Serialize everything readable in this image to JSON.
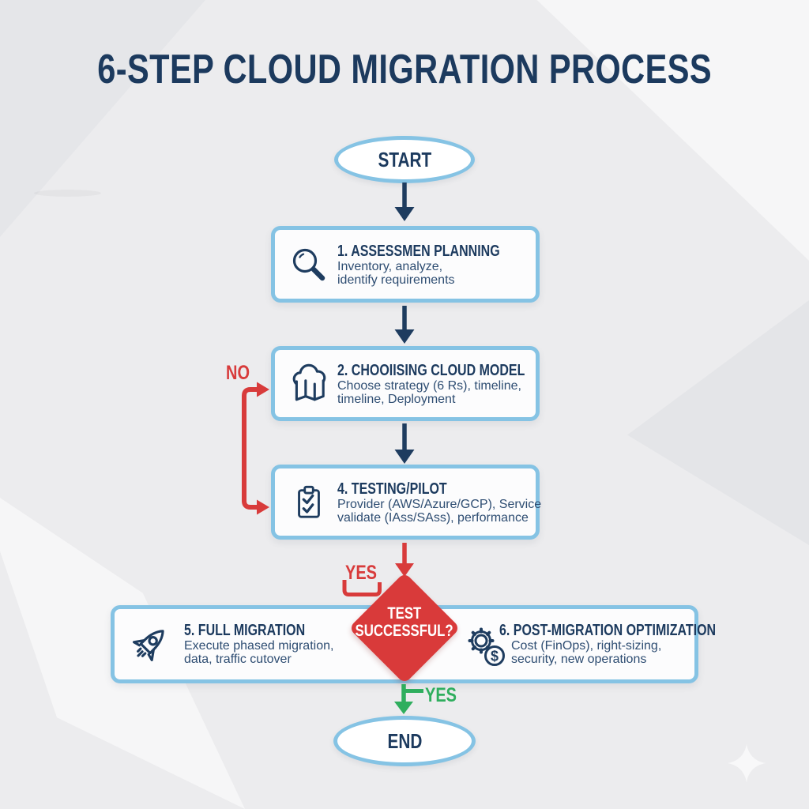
{
  "title": "6-STEP CLOUD MIGRATION PROCESS",
  "terminals": {
    "start": "START",
    "end": "END"
  },
  "steps": [
    {
      "icon": "magnifier-icon",
      "title": "1. ASSESSMEN PLANNING",
      "desc_lines": [
        "Inventory, analyze,",
        "identify requirements"
      ]
    },
    {
      "icon": "cloud-map-icon",
      "title": "2. CHOOIISING CLOUD MODEL",
      "desc_lines": [
        "Choose strategy (6 Rs), timeline,",
        "timeline, Deployment"
      ]
    },
    {
      "icon": "clipboard-check-icon",
      "title": "4. TESTING/PILOT",
      "desc_lines": [
        "Provider (AWS/Azure/GCP), Service",
        "validate (IAss/SAss), performance"
      ]
    },
    {
      "icon": "rocket-icon",
      "title": "5. FULL MIGRATION",
      "desc_lines": [
        "Execute phased migration,",
        "data, traffic cutover"
      ]
    },
    {
      "icon": "gear-dollar-icon",
      "title": "6. POST-MIGRATION OPTIMIZATION",
      "desc_lines": [
        "Cost (FinOps), right-sizing,",
        "security, new operations"
      ]
    }
  ],
  "decision": {
    "lines": [
      "TEST",
      "SUCCESSFUL?"
    ]
  },
  "labels": {
    "no": "NO",
    "yes_retry": "YES",
    "yes_pass": "YES"
  },
  "colors": {
    "navy": "#1e3c5f",
    "red": "#d83b3b",
    "diamond_red": "#d93a3a",
    "green": "#2fae5e",
    "light_blue": "#85c3e4",
    "box_fill": "#fcfcfd",
    "background": "#ececee"
  }
}
